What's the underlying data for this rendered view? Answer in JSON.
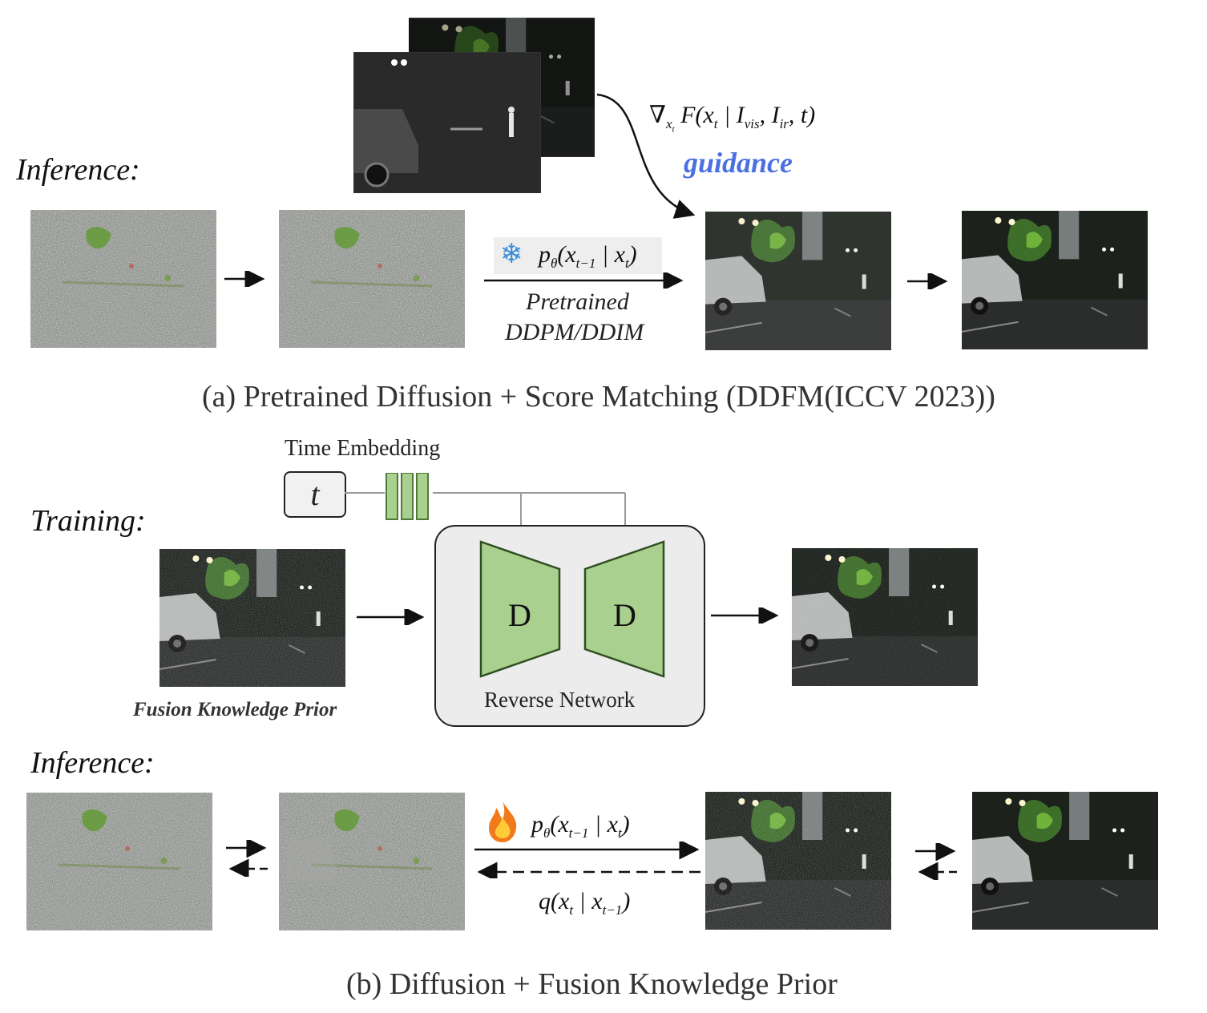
{
  "panel_a": {
    "stage_label": "Inference:",
    "guidance_math": {
      "nabla": "∇",
      "xt_sub": "x",
      "xt_subsub": "t",
      "func": "F(x",
      "t_sub": "t",
      "bar": " | I",
      "vis_sub": "vis",
      "comma": ", I",
      "ir_sub": "ir",
      "end": ", t)"
    },
    "guidance_label": "guidance",
    "step_math": {
      "p": "p",
      "theta": "θ",
      "open": "(x",
      "sub1": "t−1",
      "bar": " | x",
      "sub2": "t",
      "close": ")"
    },
    "step_label_line1": "Pretrained",
    "step_label_line2": "DDPM/DDIM",
    "step_icon": "snowflake-icon",
    "caption": "(a) Pretrained Diffusion + Score Matching  (DDFM(ICCV 2023))"
  },
  "panel_b": {
    "time_embedding_label": "Time Embedding",
    "time_symbol": "t",
    "training_label": "Training:",
    "decoder_label_left": "D",
    "decoder_label_right": "D",
    "network_label": "Reverse Network",
    "prior_label": "Fusion Knowledge Prior",
    "inference_label": "Inference:",
    "forward_math": {
      "p": "p",
      "theta": "θ",
      "open": "(x",
      "sub1": "t−1",
      "bar": " | x",
      "sub2": "t",
      "close": ")"
    },
    "forward_icon": "fire-icon",
    "backward_math": {
      "q": "q(x",
      "sub1": "t",
      "bar": " | x",
      "sub2": "t−1",
      "close": ")"
    },
    "caption": "(b) Diffusion + Fusion Knowledge Prior"
  },
  "colors": {
    "guidance": "#4a6fe0",
    "network_block": "#a9d08e",
    "network_border": "#4f7a3a",
    "arrow": "#111111"
  }
}
